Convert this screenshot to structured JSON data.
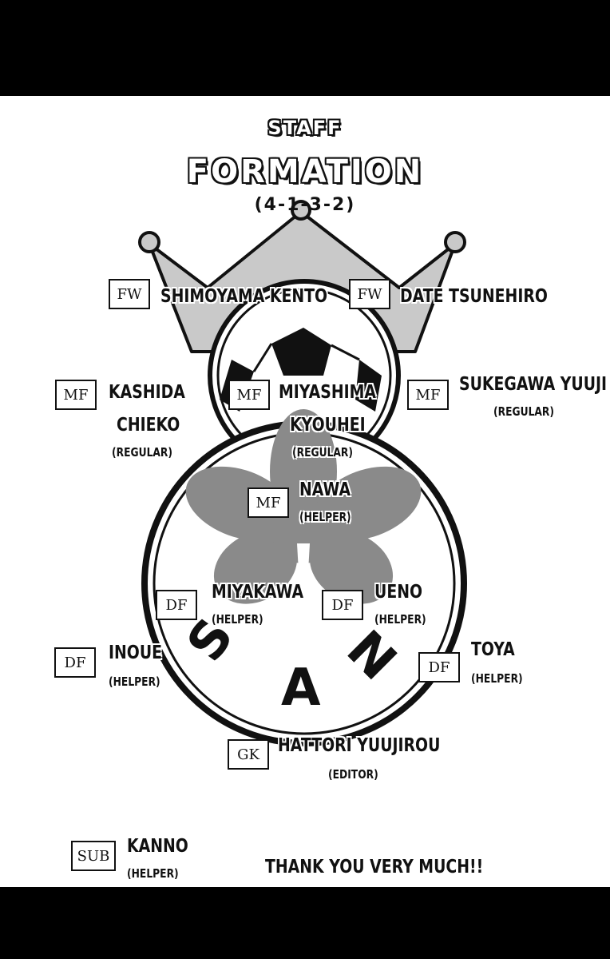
{
  "header": {
    "staff": "STAFF",
    "formation": "FORMATION",
    "scheme": "(4-1-3-2)"
  },
  "players": {
    "fw1": {
      "pos": "FW",
      "name": "SHIMOYAMA KENTO"
    },
    "fw2": {
      "pos": "FW",
      "name": "DATE TSUNEHIRO"
    },
    "mf1": {
      "pos": "MF",
      "name1": "KASHIDA",
      "name2": "CHIEKO",
      "role": "(REGULAR)"
    },
    "mf2": {
      "pos": "MF",
      "name1": "MIYASHIMA",
      "name2": "KYOUHEI",
      "role": "(REGULAR)"
    },
    "mf3": {
      "pos": "MF",
      "name": "SUKEGAWA YUUJI",
      "role": "(REGULAR)"
    },
    "mf4": {
      "pos": "MF",
      "name": "NAWA",
      "role": "(HELPER)"
    },
    "df1": {
      "pos": "DF",
      "name": "MIYAKAWA",
      "role": "(HELPER)"
    },
    "df2": {
      "pos": "DF",
      "name": "UENO",
      "role": "(HELPER)"
    },
    "df3": {
      "pos": "DF",
      "name": "INOUE",
      "role": "(HELPER)"
    },
    "df4": {
      "pos": "DF",
      "name": "TOYA",
      "role": "(HELPER)"
    },
    "gk": {
      "pos": "GK",
      "name": "HATTORI YUUJIROU",
      "role": "(EDITOR)"
    },
    "sub": {
      "pos": "SUB",
      "name": "KANNO",
      "role": "(HELPER)"
    }
  },
  "footer": {
    "thanks": "THANK YOU VERY MUCH!!"
  },
  "emblem": {
    "letters": [
      "S",
      "A",
      "N"
    ],
    "crown_color": "#c9c9c9",
    "flower_color": "#8a8a8a"
  }
}
